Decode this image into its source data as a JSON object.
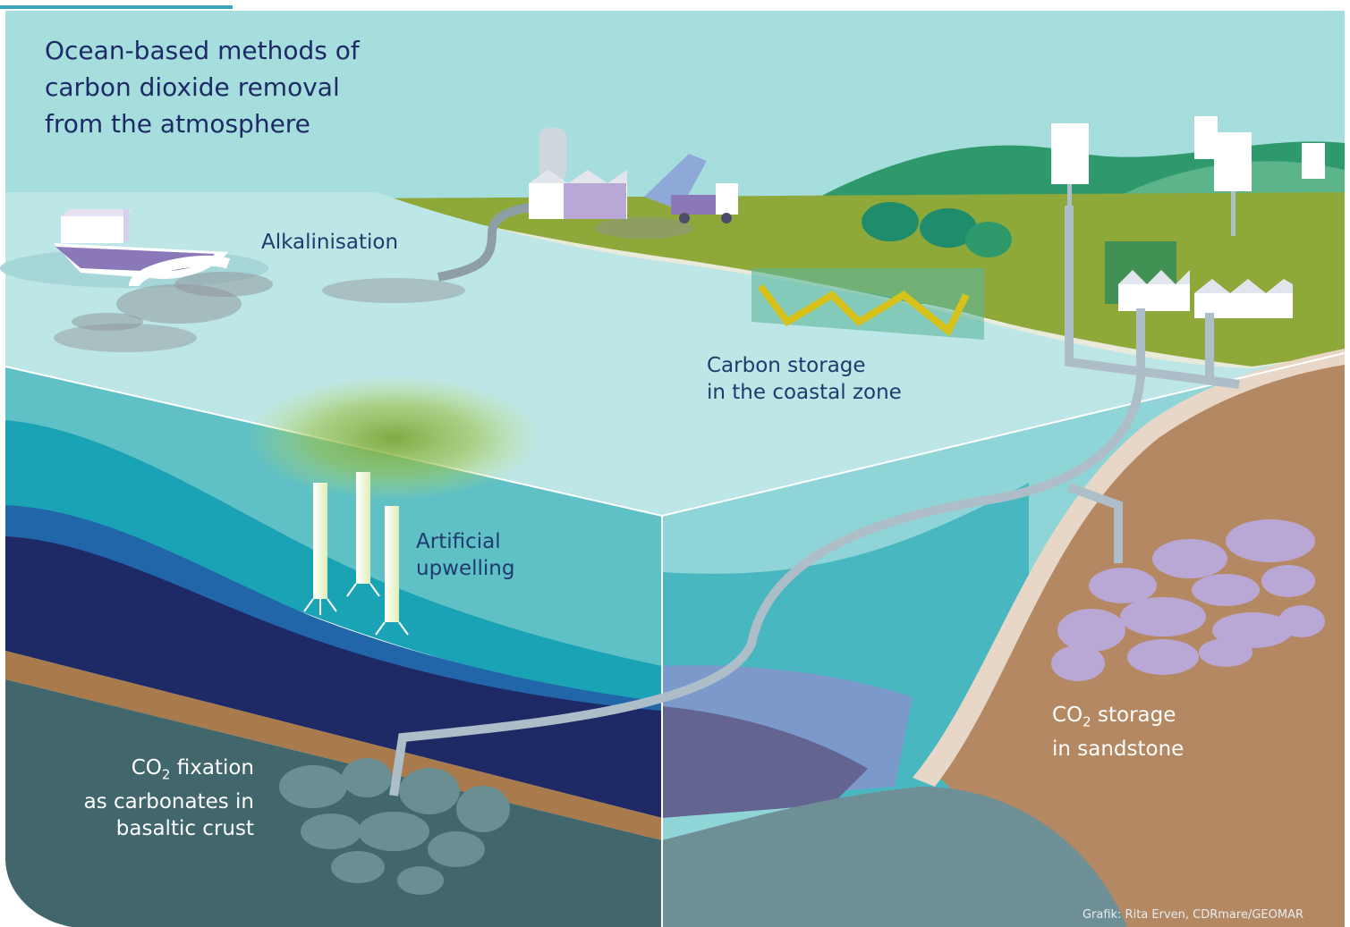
{
  "title": {
    "line1": "Ocean-based methods of",
    "line2": "carbon dioxide removal",
    "line3": "from the atmosphere"
  },
  "labels": {
    "alkalinisation": "Alkalinisation",
    "coastal_line1": "Carbon storage",
    "coastal_line2": "in the coastal zone",
    "upwelling_line1": "Artificial",
    "upwelling_line2": "upwelling",
    "sandstone_co": "CO",
    "sandstone_sub": "2",
    "sandstone_line1_rest": " storage",
    "sandstone_line2": "in sandstone",
    "basalt_co": "CO",
    "basalt_sub": "2",
    "basalt_line1_rest": " fixation",
    "basalt_line2": "as carbonates in",
    "basalt_line3": "basaltic crust"
  },
  "credit": "Grafik: Rita Erven, CDRmare/GEOMAR",
  "colors": {
    "sky": "#a6dedd",
    "sea_surface": "#bde6e6",
    "land_green": "#8fa83a",
    "hill_dark": "#1f8c6c",
    "deep_water": "#1e2a66",
    "sediment": "#a87a4c",
    "sandstone": "#b48862",
    "sandstone_rocks": "#b9a8d6",
    "basalt": "#41676d",
    "label_dark": "#1f3b6e"
  }
}
